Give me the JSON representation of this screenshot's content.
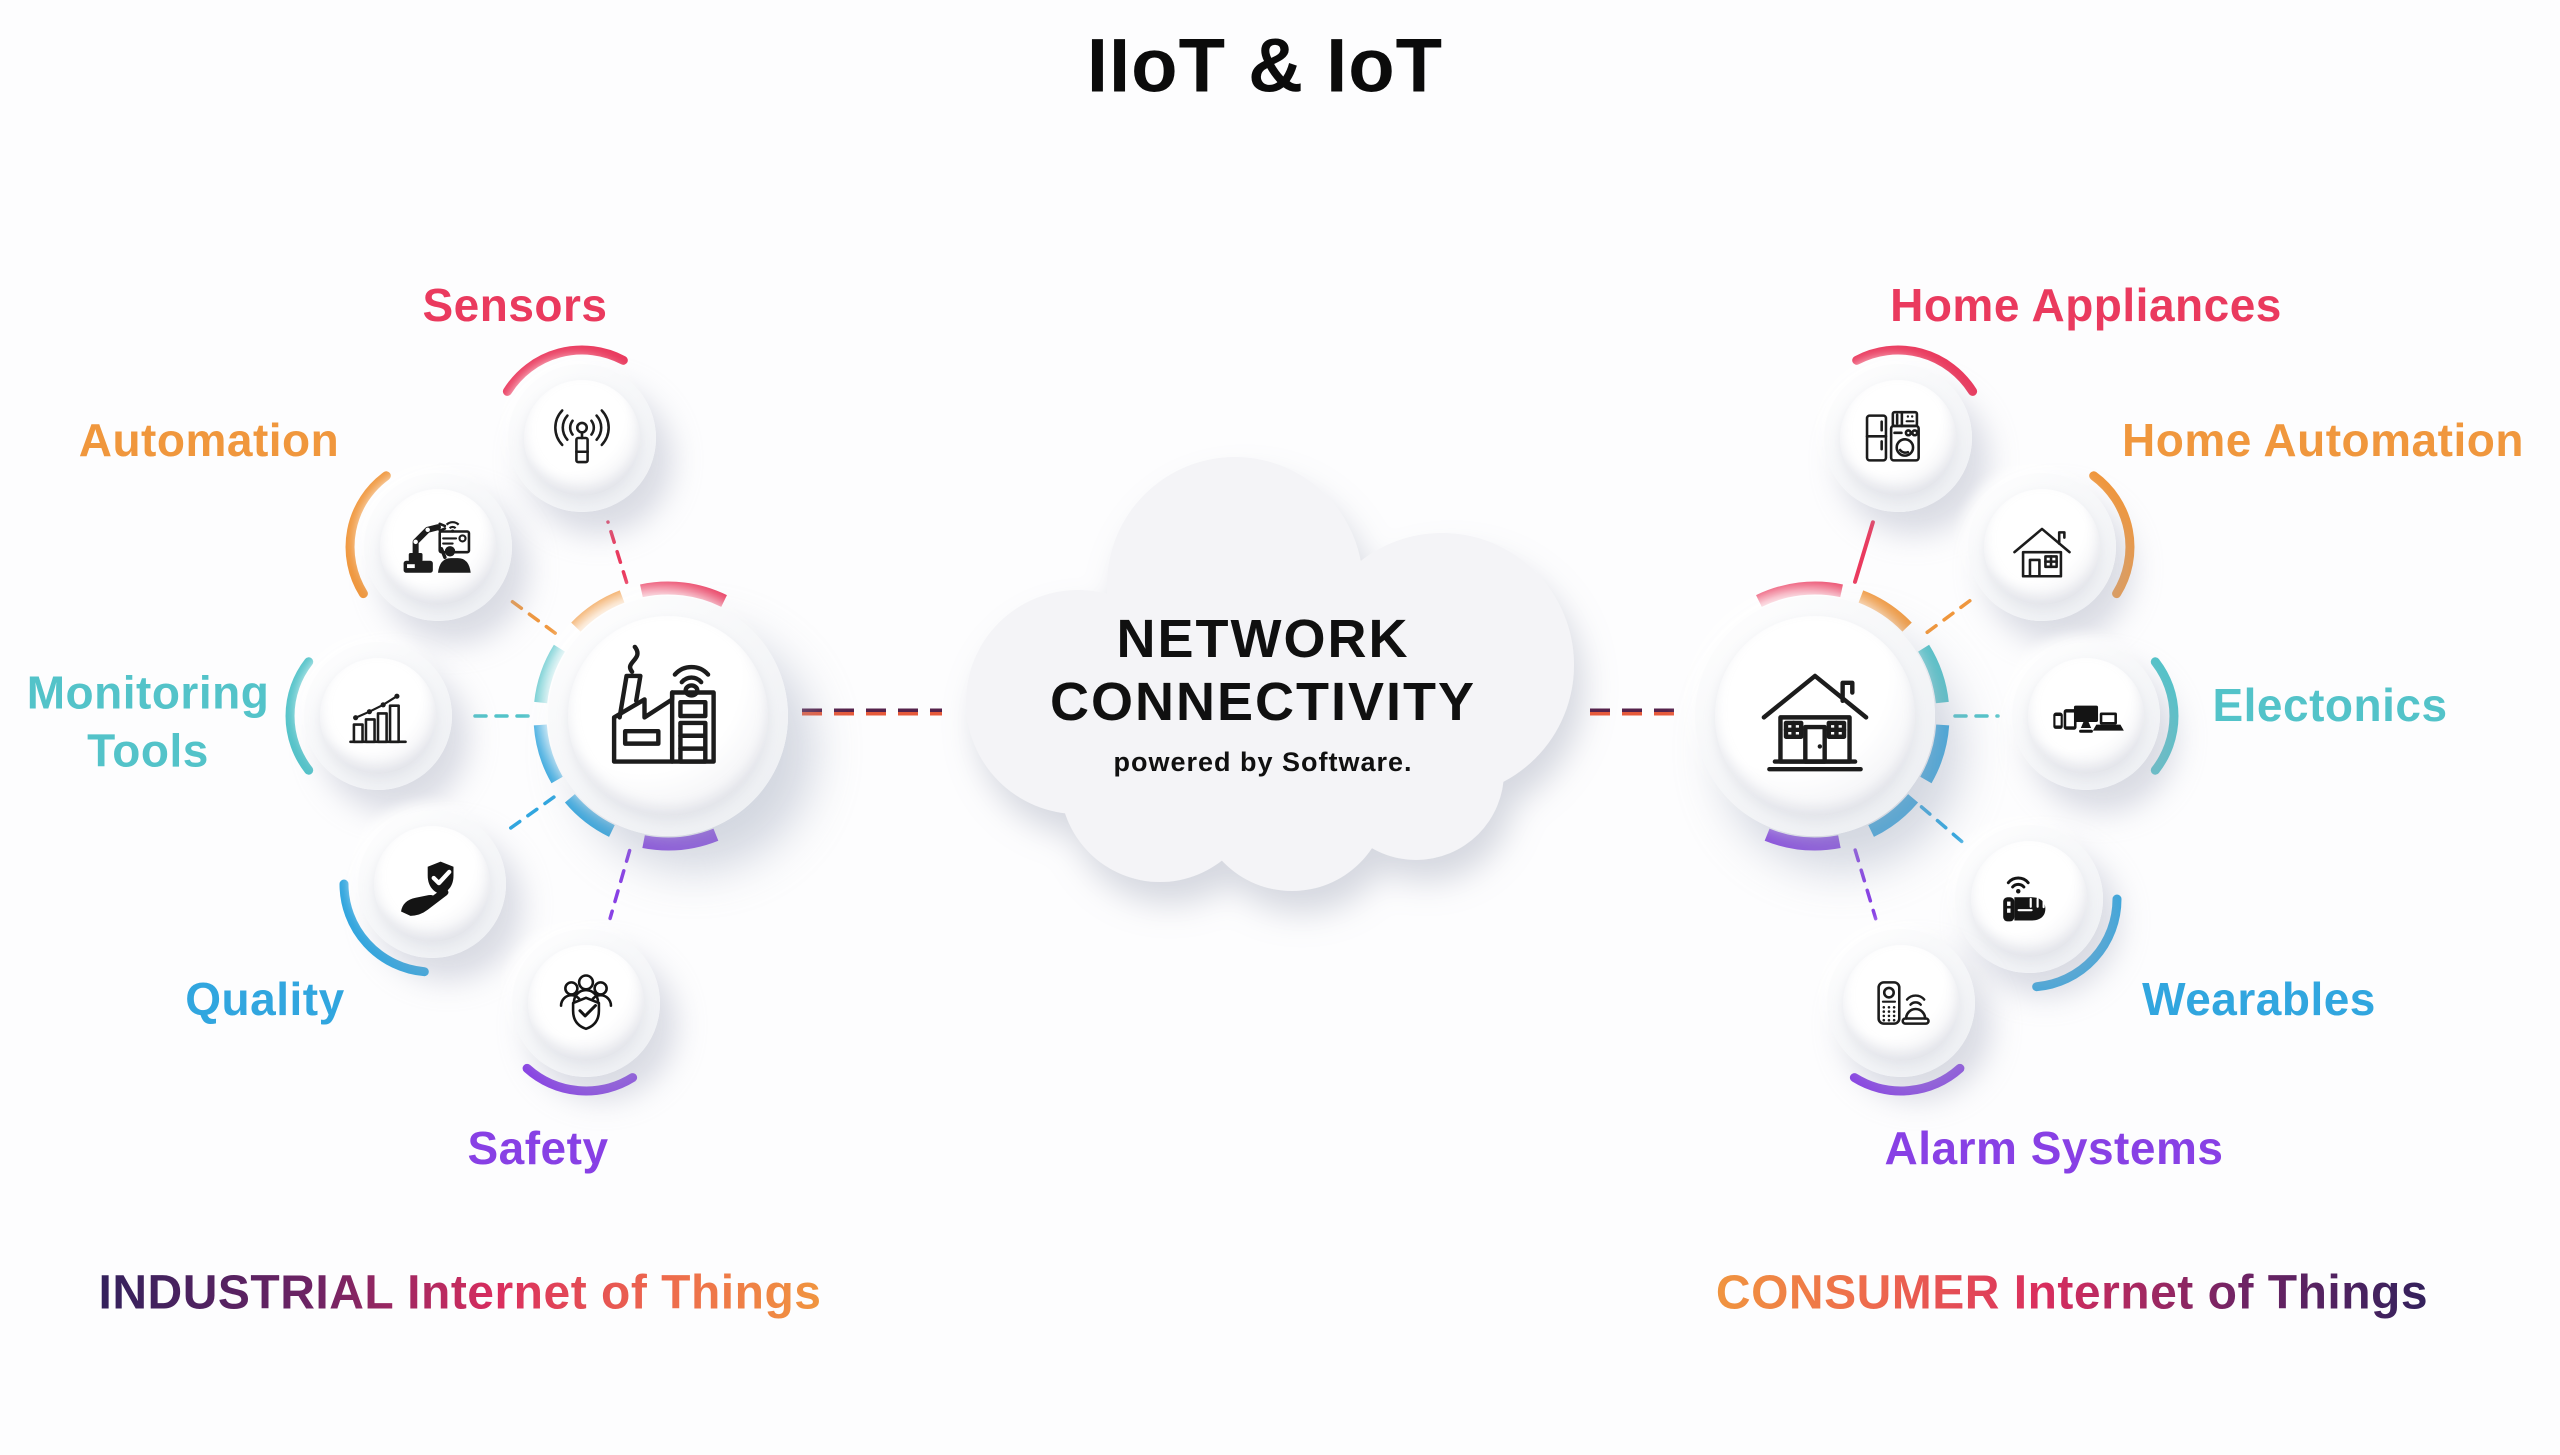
{
  "title": "IIoT & IoT",
  "cloud": {
    "title_line1": "NETWORK",
    "title_line2": "CONNECTIVITY",
    "subtitle": "powered by Software."
  },
  "left": {
    "satellites": [
      {
        "id": "sensors",
        "label": "Sensors",
        "color": "#ea3a5e"
      },
      {
        "id": "automation",
        "label": "Automation",
        "color": "#f0973d"
      },
      {
        "id": "monitoring-tools",
        "label": "Monitoring Tools",
        "color": "#53c3c9"
      },
      {
        "id": "quality",
        "label": "Quality",
        "color": "#31a6df"
      },
      {
        "id": "safety",
        "label": "Safety",
        "color": "#8840e5"
      }
    ],
    "footer": "INDUSTRIAL Internet of Things"
  },
  "right": {
    "satellites": [
      {
        "id": "home-appliances",
        "label": "Home Appliances",
        "color": "#ea3a5e"
      },
      {
        "id": "home-automation",
        "label": "Home Automation",
        "color": "#f0973d"
      },
      {
        "id": "electronics",
        "label": "Electonics",
        "color": "#53c3c9"
      },
      {
        "id": "wearables",
        "label": "Wearables",
        "color": "#31a6df"
      },
      {
        "id": "alarm-systems",
        "label": "Alarm Systems",
        "color": "#8840e5"
      }
    ],
    "footer": "CONSUMER Internet of Things"
  },
  "colors": {
    "pink": "#ea3a5e",
    "orange": "#f0973d",
    "teal": "#53c3c9",
    "blue": "#31a6df",
    "purple": "#8840e5",
    "connector_dark": "#55224c",
    "connector_red": "#e65a3b",
    "ink": "#1c1c1c"
  }
}
